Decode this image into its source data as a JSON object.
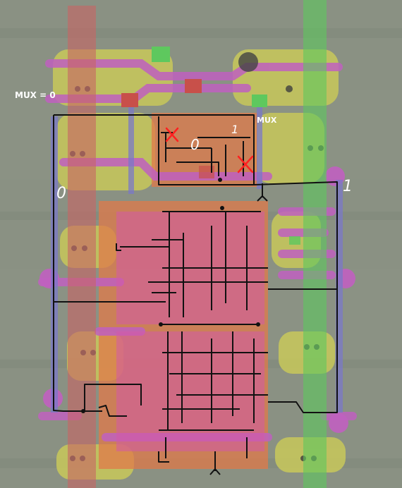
{
  "labels": {
    "mux_equals": "MUX = 0",
    "mux": "MUX",
    "zero_left": "0",
    "zero_mid": "0",
    "one_mid": "1",
    "one_right": "1"
  },
  "colors": {
    "substrate": "#8c9384",
    "diffusion_yellow": "#c8c85a",
    "metal_magenta": "#c060c0",
    "poly_orange": "#e07a4a",
    "overlay_red": "#c86464",
    "overlay_green": "#5ec85e",
    "overlay_blue": "#7a78c8",
    "wire": "#111111",
    "cross": "#ff2020"
  }
}
